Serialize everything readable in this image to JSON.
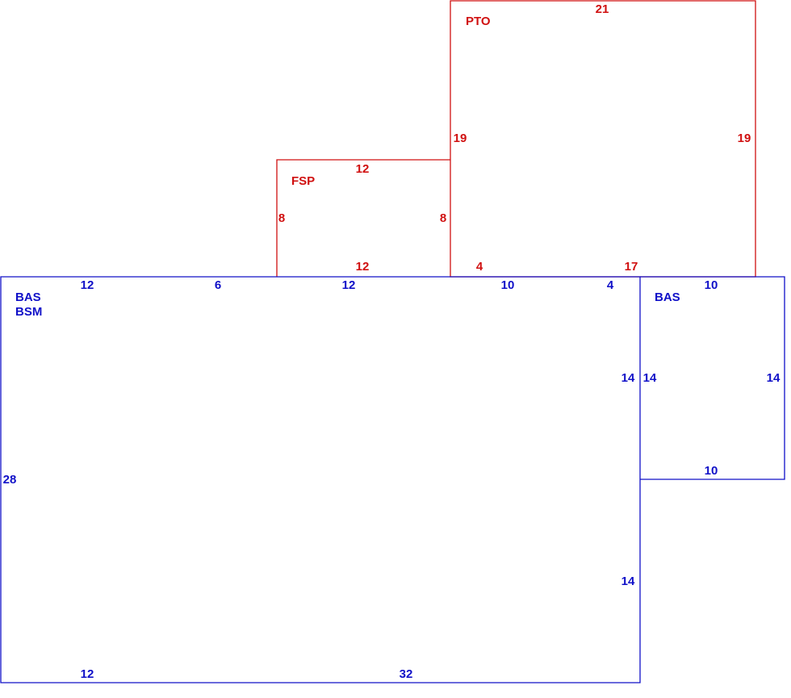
{
  "colors": {
    "living_area": "#1010c8",
    "other_area": "#d01010"
  },
  "areas": {
    "main": {
      "codes": [
        "BAS",
        "BSM"
      ],
      "dims": {
        "top_1": "12",
        "top_2": "6",
        "top_3": "12",
        "top_4": "10",
        "top_5": "4",
        "left": "28",
        "right_upper": "14",
        "right_lower": "14",
        "bottom_1": "12",
        "bottom_2": "32"
      }
    },
    "side": {
      "codes": [
        "BAS"
      ],
      "dims": {
        "top": "10",
        "left": "14",
        "right": "14",
        "bottom": "10"
      }
    },
    "fsp": {
      "codes": [
        "FSP"
      ],
      "dims": {
        "top": "12",
        "left": "8",
        "right": "8",
        "bottom": "12"
      }
    },
    "pto": {
      "codes": [
        "PTO"
      ],
      "dims": {
        "top": "21",
        "left": "19",
        "right": "19",
        "bottom_1": "4",
        "bottom_2": "17"
      }
    }
  }
}
